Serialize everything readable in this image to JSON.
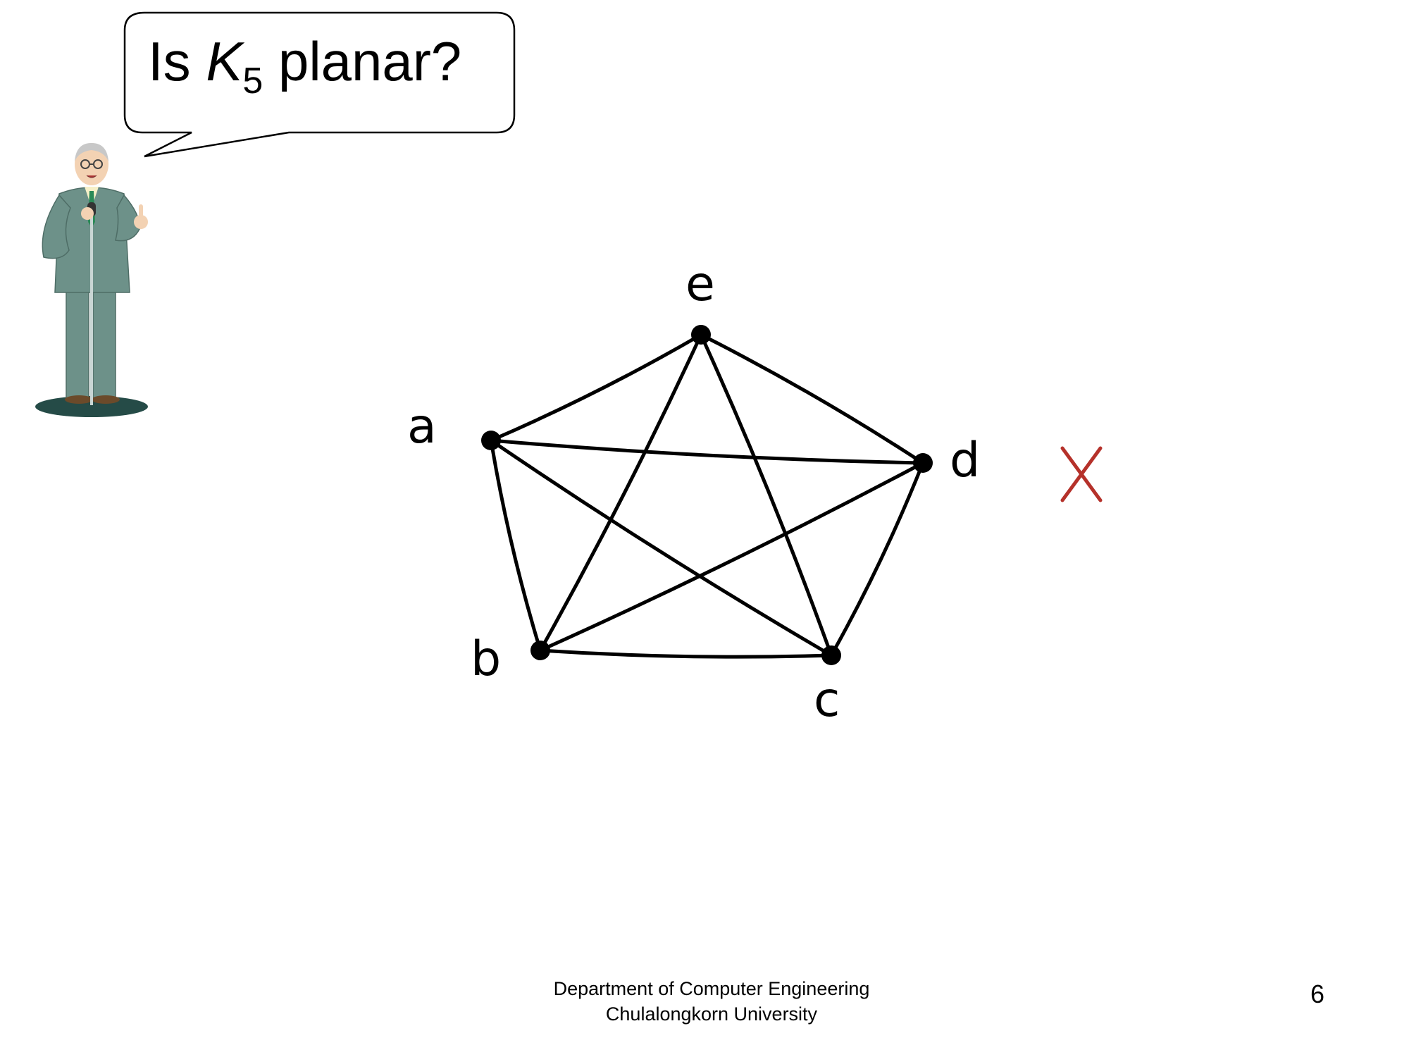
{
  "speech_bubble": {
    "prefix": "Is ",
    "variable": "K",
    "subscript": "5",
    "suffix": " planar?"
  },
  "graph": {
    "nodes": [
      {
        "id": "a",
        "label": "a"
      },
      {
        "id": "b",
        "label": "b"
      },
      {
        "id": "c",
        "label": "c"
      },
      {
        "id": "d",
        "label": "d"
      },
      {
        "id": "e",
        "label": "e"
      }
    ],
    "edges": [
      [
        "a",
        "b"
      ],
      [
        "a",
        "c"
      ],
      [
        "a",
        "d"
      ],
      [
        "a",
        "e"
      ],
      [
        "b",
        "c"
      ],
      [
        "b",
        "d"
      ],
      [
        "b",
        "e"
      ],
      [
        "c",
        "d"
      ],
      [
        "c",
        "e"
      ],
      [
        "d",
        "e"
      ]
    ],
    "edge_color": "#000000"
  },
  "verdict": {
    "icon": "cross-icon",
    "color": "#b5312a"
  },
  "footer": {
    "line1": "Department of Computer Engineering",
    "line2": "Chulalongkorn University"
  },
  "page_number": "6"
}
